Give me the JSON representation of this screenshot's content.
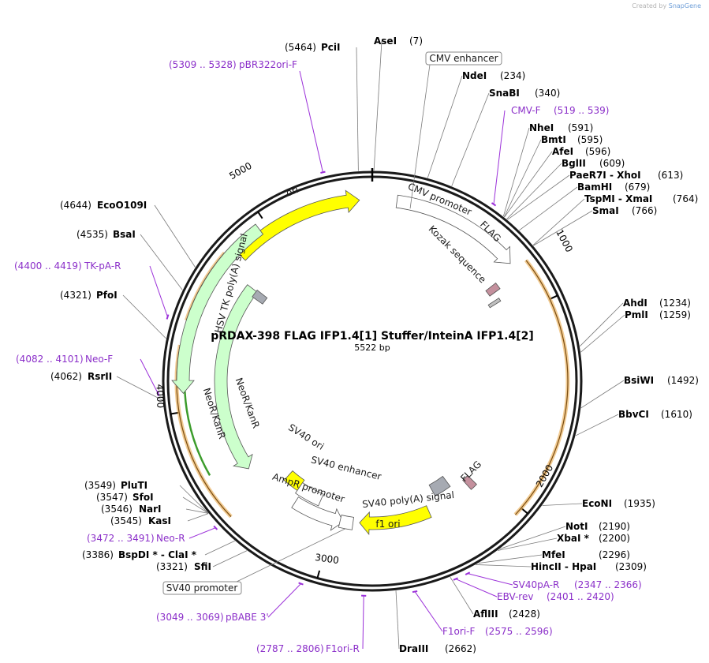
{
  "credit": {
    "prefix": "Created by",
    "brand": "SnapGene"
  },
  "plasmid": {
    "name": "pRDAX-398 FLAG IFP1.4[1] Stuffer/InteinA IFP1.4[2]",
    "length": 5522,
    "length_label": "5522 bp"
  },
  "ticks": [
    {
      "pos": 1000,
      "label": "1000"
    },
    {
      "pos": 2000,
      "label": "2000"
    },
    {
      "pos": 3000,
      "label": "3000"
    },
    {
      "pos": 4000,
      "label": "4000"
    },
    {
      "pos": 5000,
      "label": "5000"
    }
  ],
  "enzymes": [
    {
      "name": "AseI",
      "pos_label": "(7)",
      "pos": 7
    },
    {
      "name": "NdeI",
      "pos_label": "(234)",
      "pos": 234
    },
    {
      "name": "SnaBI",
      "pos_label": "(340)",
      "pos": 340
    },
    {
      "name": "NheI",
      "pos_label": "(591)",
      "pos": 591
    },
    {
      "name": "BmtI",
      "pos_label": "(595)",
      "pos": 595
    },
    {
      "name": "AfeI",
      "pos_label": "(596)",
      "pos": 596
    },
    {
      "name": "BglII",
      "pos_label": "(609)",
      "pos": 609
    },
    {
      "name": "PaeR7I - XhoI",
      "pos_label": "(613)",
      "pos": 613
    },
    {
      "name": "BamHI",
      "pos_label": "(679)",
      "pos": 679
    },
    {
      "name": "TspMI - XmaI",
      "pos_label": "(764)",
      "pos": 764
    },
    {
      "name": "SmaI",
      "pos_label": "(766)",
      "pos": 766
    },
    {
      "name": "AhdI",
      "pos_label": "(1234)",
      "pos": 1234
    },
    {
      "name": "PmlI",
      "pos_label": "(1259)",
      "pos": 1259
    },
    {
      "name": "BsiWI",
      "pos_label": "(1492)",
      "pos": 1492
    },
    {
      "name": "BbvCI",
      "pos_label": "(1610)",
      "pos": 1610
    },
    {
      "name": "EcoNI",
      "pos_label": "(1935)",
      "pos": 1935
    },
    {
      "name": "NotI",
      "pos_label": "(2190)",
      "pos": 2190
    },
    {
      "name": "XbaI *",
      "pos_label": "(2200)",
      "pos": 2200
    },
    {
      "name": "MfeI",
      "pos_label": "(2296)",
      "pos": 2296
    },
    {
      "name": "HincII - HpaI",
      "pos_label": "(2309)",
      "pos": 2309
    },
    {
      "name": "AflIII",
      "pos_label": "(2428)",
      "pos": 2428
    },
    {
      "name": "DraIII",
      "pos_label": "(2662)",
      "pos": 2662
    },
    {
      "name": "SfiI",
      "pos_label": "(3321)",
      "pos": 3321
    },
    {
      "name": "BspDI * - ClaI *",
      "pos_label": "(3386)",
      "pos": 3386
    },
    {
      "name": "KasI",
      "pos_label": "(3545)",
      "pos": 3545
    },
    {
      "name": "NarI",
      "pos_label": "(3546)",
      "pos": 3546
    },
    {
      "name": "SfoI",
      "pos_label": "(3547)",
      "pos": 3547
    },
    {
      "name": "PluTI",
      "pos_label": "(3549)",
      "pos": 3549
    },
    {
      "name": "RsrII",
      "pos_label": "(4062)",
      "pos": 4062
    },
    {
      "name": "PfoI",
      "pos_label": "(4321)",
      "pos": 4321
    },
    {
      "name": "BsaI",
      "pos_label": "(4535)",
      "pos": 4535
    },
    {
      "name": "EcoO109I",
      "pos_label": "(4644)",
      "pos": 4644
    },
    {
      "name": "PciI",
      "pos_label": "(5464)",
      "pos": 5464
    }
  ],
  "primers": [
    {
      "name": "CMV-F",
      "range": "(519 .. 539)"
    },
    {
      "name": "SV40pA-R",
      "range": "(2347 .. 2366)"
    },
    {
      "name": "EBV-rev",
      "range": "(2401 .. 2420)"
    },
    {
      "name": "F1ori-F",
      "range": "(2575 .. 2596)"
    },
    {
      "name": "F1ori-R",
      "range": "(2787 .. 2806)"
    },
    {
      "name": "pBABE 3'",
      "range": "(3049 .. 3069)"
    },
    {
      "name": "Neo-R",
      "range": "(3472 .. 3491)"
    },
    {
      "name": "Neo-F",
      "range": "(4082 .. 4101)"
    },
    {
      "name": "TK-pA-R",
      "range": "(4400 .. 4419)"
    },
    {
      "name": "pBR322ori-F",
      "range": "(5309 .. 5328)"
    }
  ],
  "boxed_labels": [
    {
      "name": "CMV enhancer"
    },
    {
      "name": "SV40 promoter"
    }
  ],
  "features": [
    {
      "name": "ori"
    },
    {
      "name": "CMV promoter"
    },
    {
      "name": "FLAG"
    },
    {
      "name": "Kozak sequence"
    },
    {
      "name": "HSV TK poly(A) signal"
    },
    {
      "name": "NeoR/KanR"
    },
    {
      "name": "NeoR/KanR"
    },
    {
      "name": "SV40 ori"
    },
    {
      "name": "SV40 enhancer"
    },
    {
      "name": "AmpR promoter"
    },
    {
      "name": "SV40 poly(A) signal"
    },
    {
      "name": "FLAG"
    },
    {
      "name": "f1 ori"
    }
  ],
  "colors": {
    "backbone": "#1a1a1a",
    "ori": "#ffff00",
    "promoter": "#ffffff",
    "flag": "#c4909d",
    "neo": "#ccffcc",
    "polyA": "#a6aab2",
    "orange_arc": "#e8a33d",
    "primer": "#9b30d9",
    "connector": "#7a7a7a"
  }
}
